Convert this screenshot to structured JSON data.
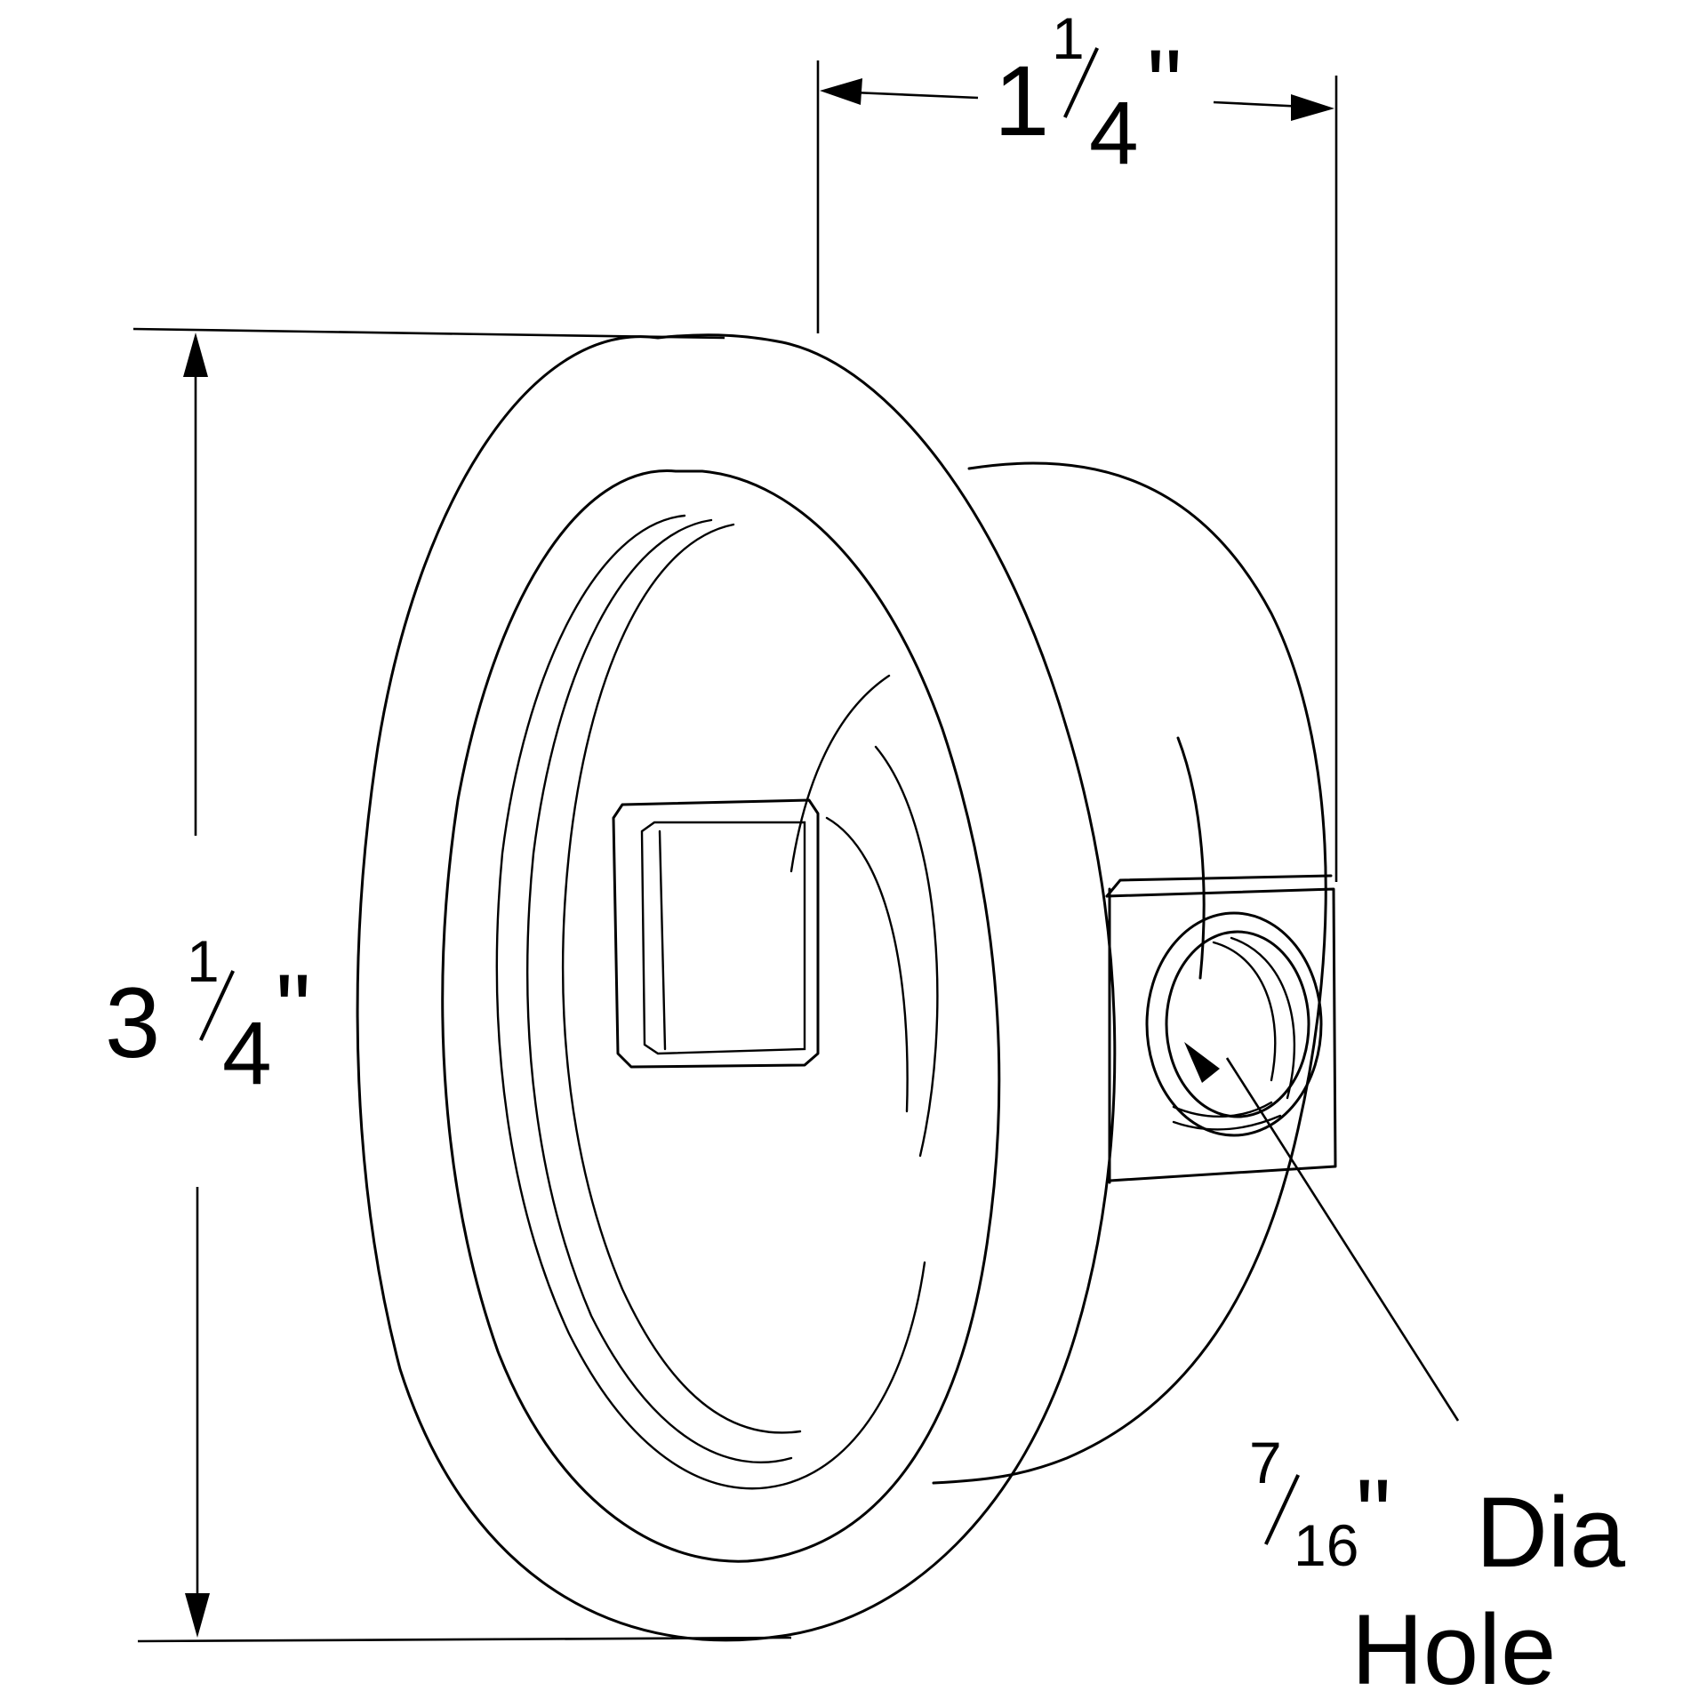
{
  "dimensions": {
    "width": {
      "whole": "1",
      "numerator": "1",
      "denominator": "4",
      "unit": "\""
    },
    "height": {
      "whole": "3",
      "numerator": "1",
      "denominator": "4",
      "unit": "\""
    },
    "hole": {
      "numerator": "7",
      "denominator": "16",
      "unit": "\"",
      "line1_suffix": "Dia",
      "line2": "Hole"
    }
  }
}
